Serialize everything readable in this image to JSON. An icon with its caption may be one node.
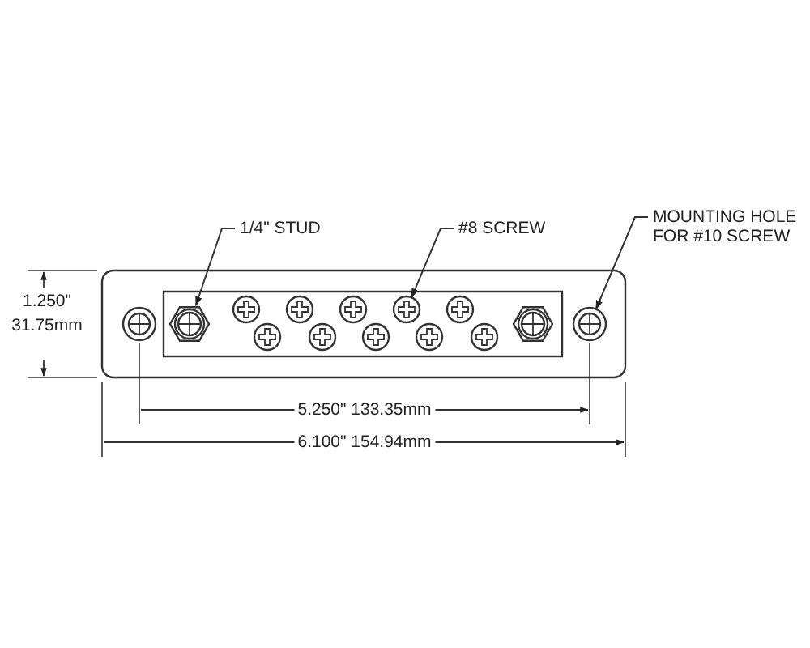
{
  "diagram": {
    "nodes": [
      {
        "text": [
          "1/4\" STUD"
        ]
      },
      {
        "text": [],
        "shape": "hexagon"
      },
      {
        "text": [
          "#8 SCREW"
        ]
      },
      {
        "text": [],
        "shape": "circle"
      },
      {
        "text": [
          "MOUNTING HOLE FOR #10 SCREW"
        ]
      },
      {
        "text": [],
        "shape": "circle"
      }
    ],
    "edges": [
      {
        "from": 0,
        "to": 1,
        "arrow": "to"
      },
      {
        "from": 2,
        "to": 3,
        "arrow": "to"
      },
      {
        "from": 4,
        "to": 5,
        "arrow": "to"
      }
    ],
    "labels": [
      "1.250\"",
      "31.75mm",
      "5.250\" 133.35mm",
      "6.100\" 154.94mm"
    ]
  }
}
